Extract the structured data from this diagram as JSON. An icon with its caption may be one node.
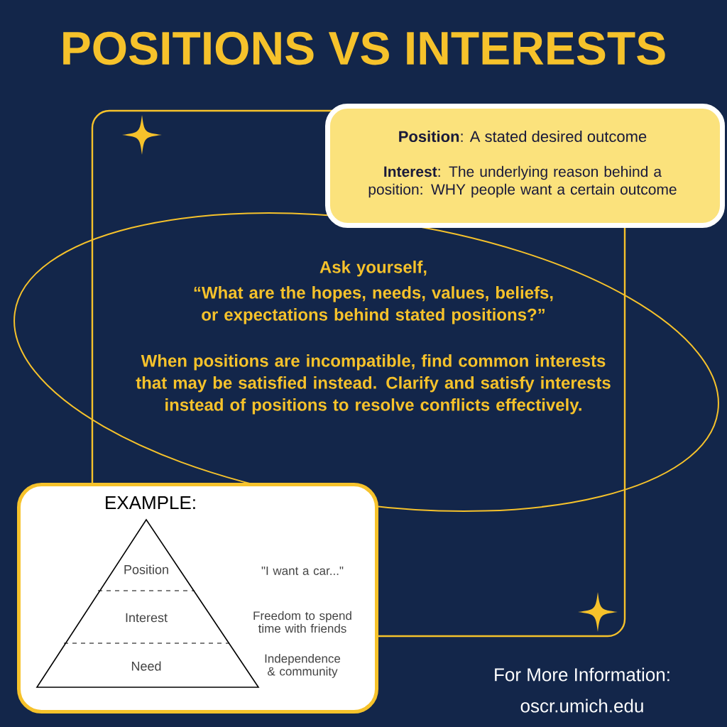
{
  "diagram": {
    "title": "POSITIONS VS INTERESTS",
    "nodes": [
      {
        "text": [
          "**Position**: A stated desired outcome",
          "**Interest**: The underlying reason behind a position: WHY people want a certain outcome"
        ]
      },
      {
        "text": [
          "EXAMPLE:"
        ]
      },
      {
        "text": [
          "Position"
        ],
        "in": 1
      },
      {
        "text": [
          "Interest"
        ],
        "in": 1
      },
      {
        "text": [
          "Need"
        ],
        "in": 1
      }
    ],
    "labels": [
      "Ask yourself,",
      "“What are the hopes, needs, values, beliefs, or expectations behind stated positions?”",
      "When positions are incompatible, find common interests that may be satisfied instead. Clarify and **satisfy interests instead of positions** to resolve conflicts effectively.",
      "\"I want a car...\"",
      "Freedom to spend time with friends",
      "Independence & community",
      "For More Information:",
      "oscr.umich.edu"
    ]
  }
}
